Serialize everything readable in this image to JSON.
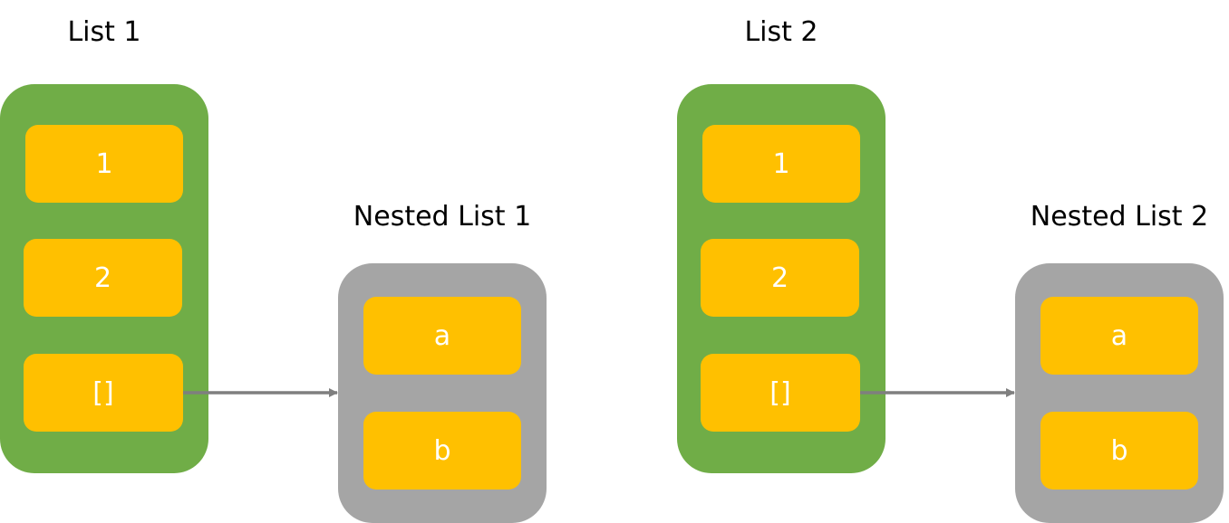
{
  "colors": {
    "list_container": "#70ad47",
    "nested_container": "#a5a5a5",
    "cell": "#ffc000",
    "cell_text": "#ffffff",
    "arrow": "#7f7f7f"
  },
  "list1": {
    "title": "List 1",
    "items": [
      "1",
      "2",
      "[]"
    ]
  },
  "nested1": {
    "title": "Nested List 1",
    "items": [
      "a",
      "b"
    ]
  },
  "list2": {
    "title": "List 2",
    "items": [
      "1",
      "2",
      "[]"
    ]
  },
  "nested2": {
    "title": "Nested List 2",
    "items": [
      "a",
      "b"
    ]
  }
}
